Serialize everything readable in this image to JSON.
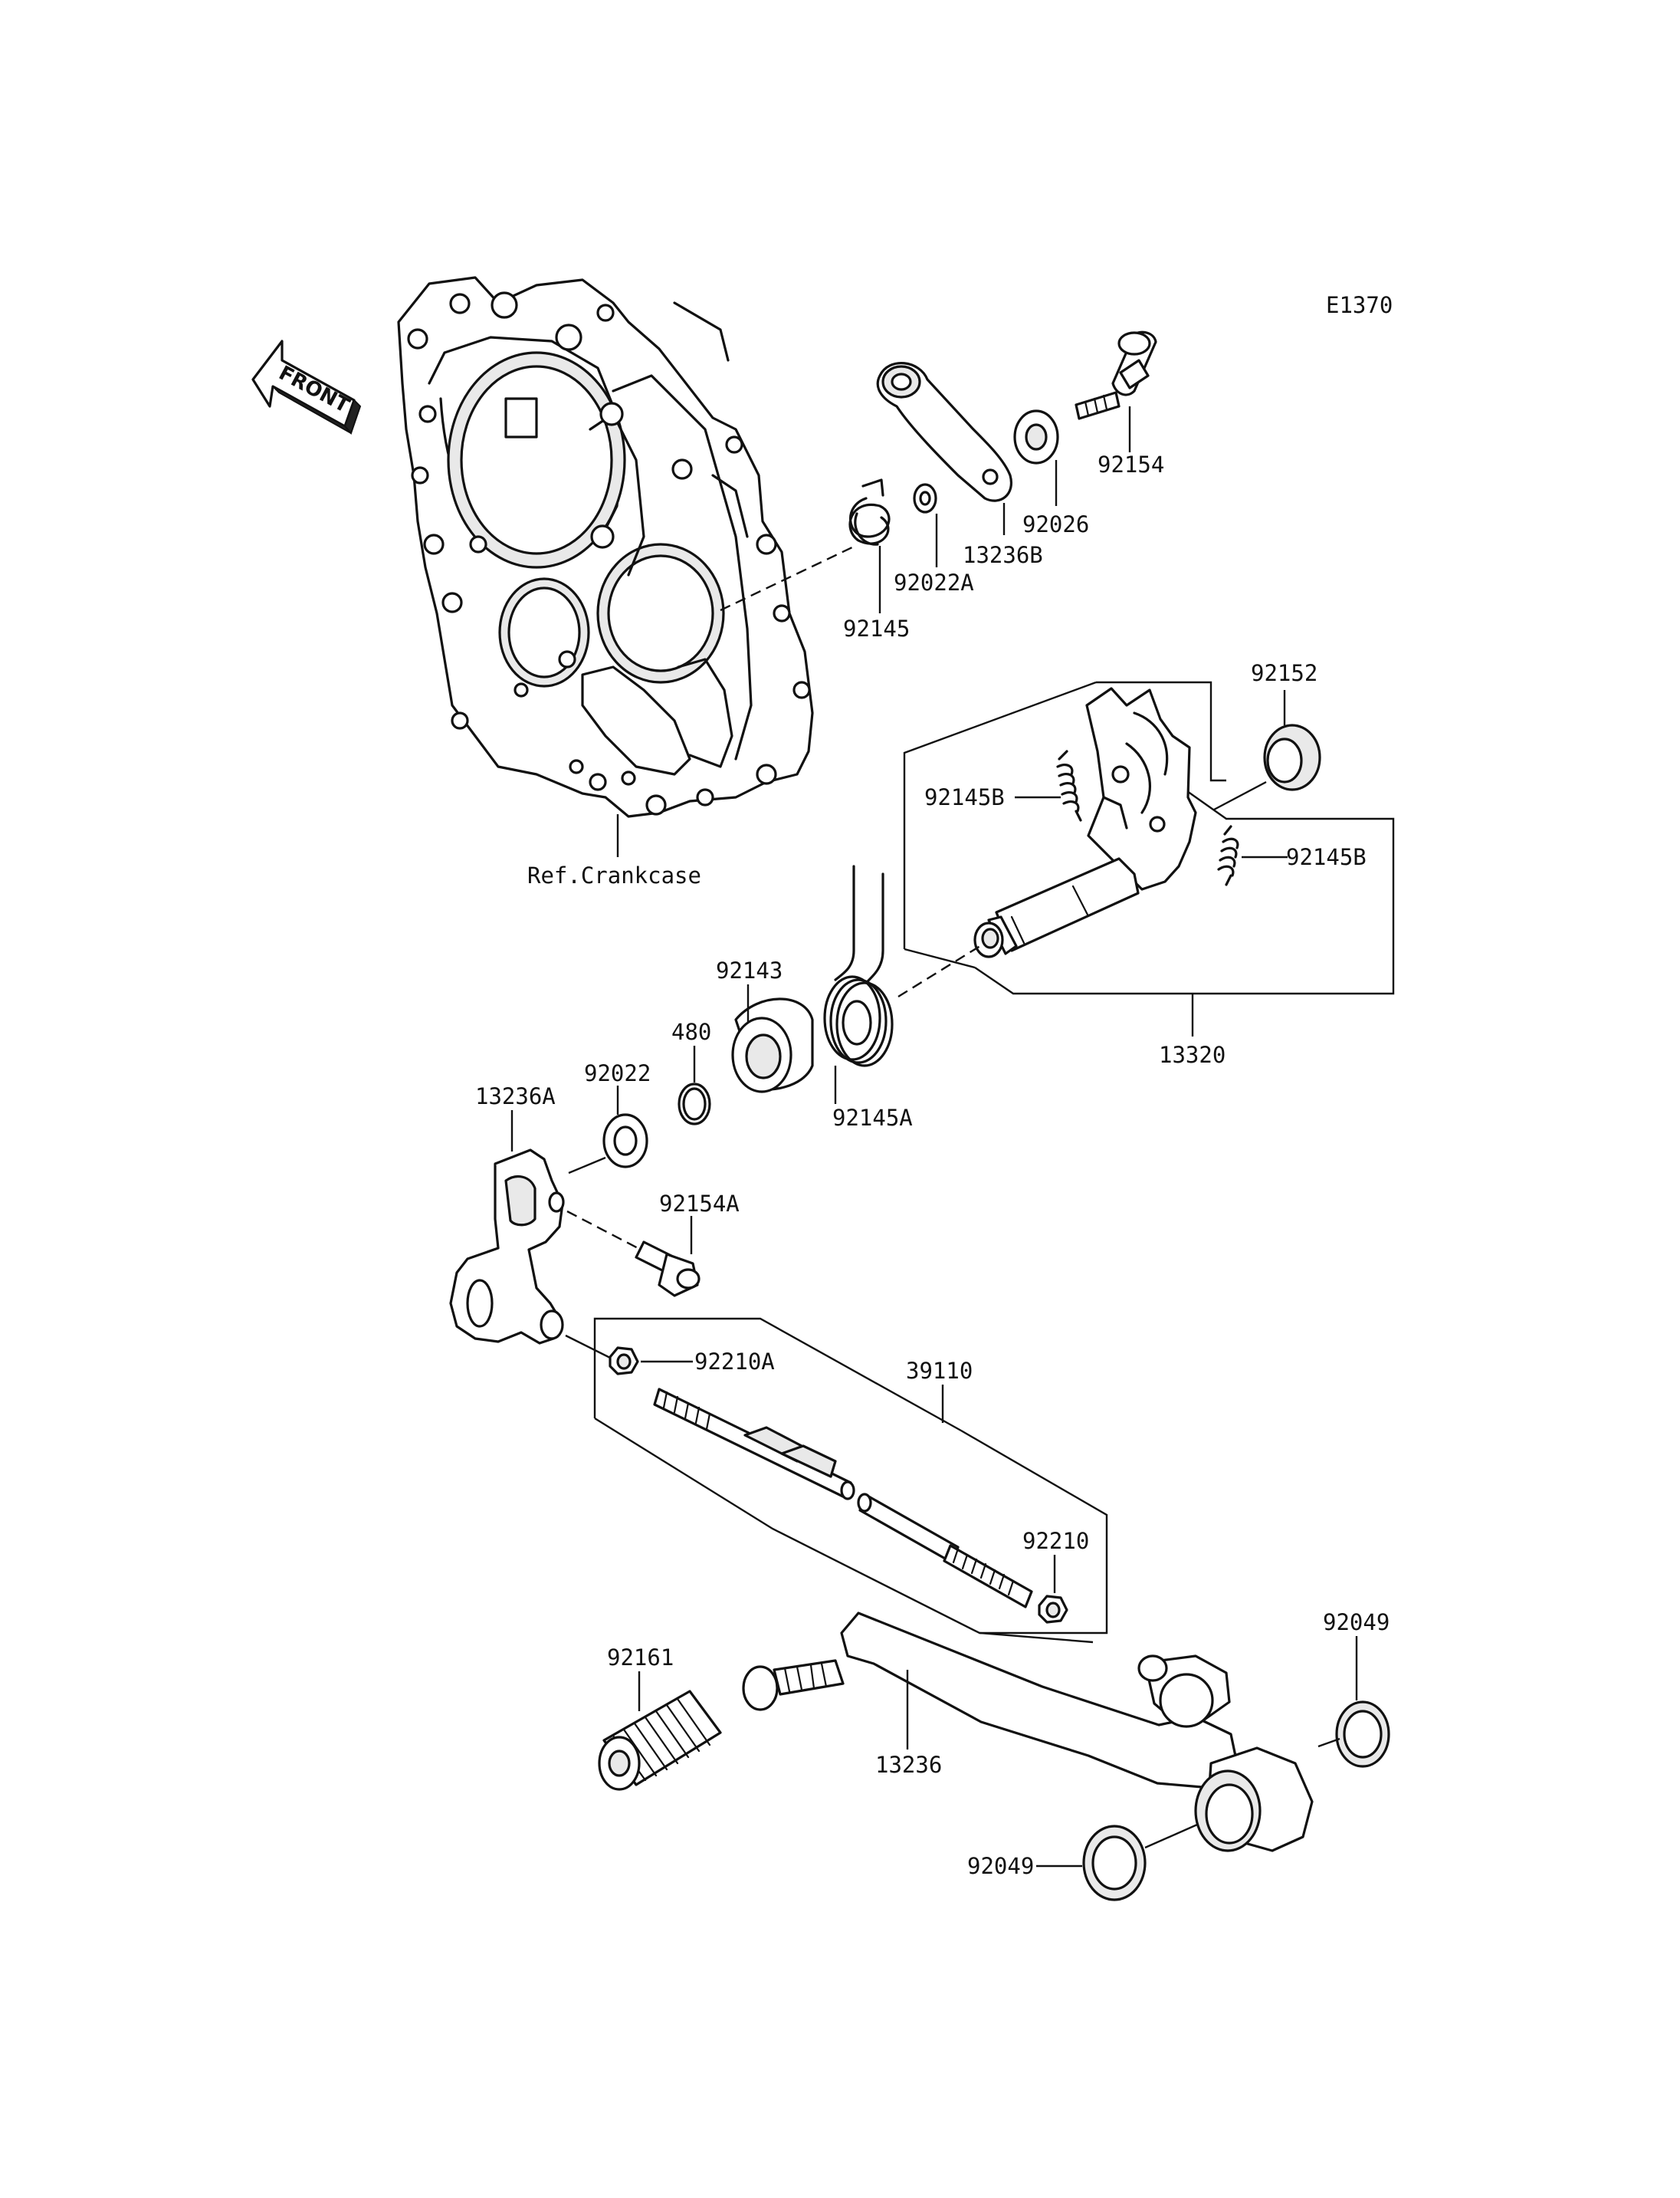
{
  "diagram_code": "E1370",
  "front_arrow_text": "FRONT",
  "reference_label": "Ref.Crankcase",
  "callouts": [
    {
      "id": "92154",
      "text": "92154"
    },
    {
      "id": "92026",
      "text": "92026"
    },
    {
      "id": "13236B",
      "text": "13236B"
    },
    {
      "id": "92022A",
      "text": "92022A"
    },
    {
      "id": "92145",
      "text": "92145"
    },
    {
      "id": "92152",
      "text": "92152"
    },
    {
      "id": "92145B-left",
      "text": "92145B"
    },
    {
      "id": "92145B-right",
      "text": "92145B"
    },
    {
      "id": "13320",
      "text": "13320"
    },
    {
      "id": "92143",
      "text": "92143"
    },
    {
      "id": "480",
      "text": "480"
    },
    {
      "id": "92022",
      "text": "92022"
    },
    {
      "id": "92145A",
      "text": "92145A"
    },
    {
      "id": "13236A",
      "text": "13236A"
    },
    {
      "id": "92154A",
      "text": "92154A"
    },
    {
      "id": "92210A",
      "text": "92210A"
    },
    {
      "id": "39110",
      "text": "39110"
    },
    {
      "id": "92210",
      "text": "92210"
    },
    {
      "id": "92049-upper",
      "text": "92049"
    },
    {
      "id": "92049-lower",
      "text": "92049"
    },
    {
      "id": "92161",
      "text": "92161"
    },
    {
      "id": "13236",
      "text": "13236"
    }
  ]
}
